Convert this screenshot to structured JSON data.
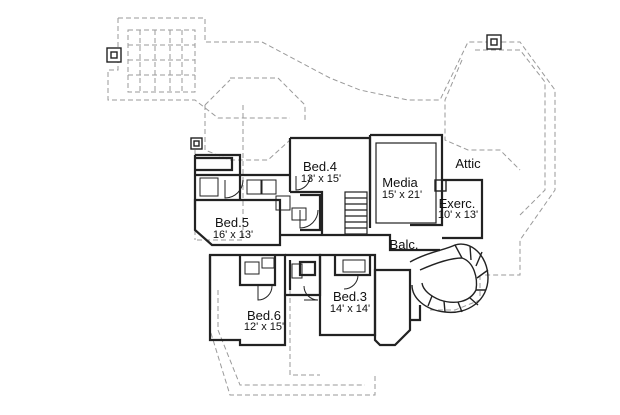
{
  "rooms": {
    "bed4": {
      "name": "Bed.4",
      "dims": "13' x 15'"
    },
    "media": {
      "name": "Media",
      "dims": "15' x 21'"
    },
    "attic": {
      "name": "Attic"
    },
    "exerc": {
      "name": "Exerc.",
      "dims": "10' x 13'"
    },
    "bed5": {
      "name": "Bed.5",
      "dims": "16' x 13'"
    },
    "balc": {
      "name": "Balc."
    },
    "bed3": {
      "name": "Bed.3",
      "dims": "14' x 14'"
    },
    "bed6": {
      "name": "Bed.6",
      "dims": "12' x 15'"
    }
  },
  "colors": {
    "wall": "#222222",
    "dashed": "#9a9a9a",
    "background": "#ffffff"
  }
}
